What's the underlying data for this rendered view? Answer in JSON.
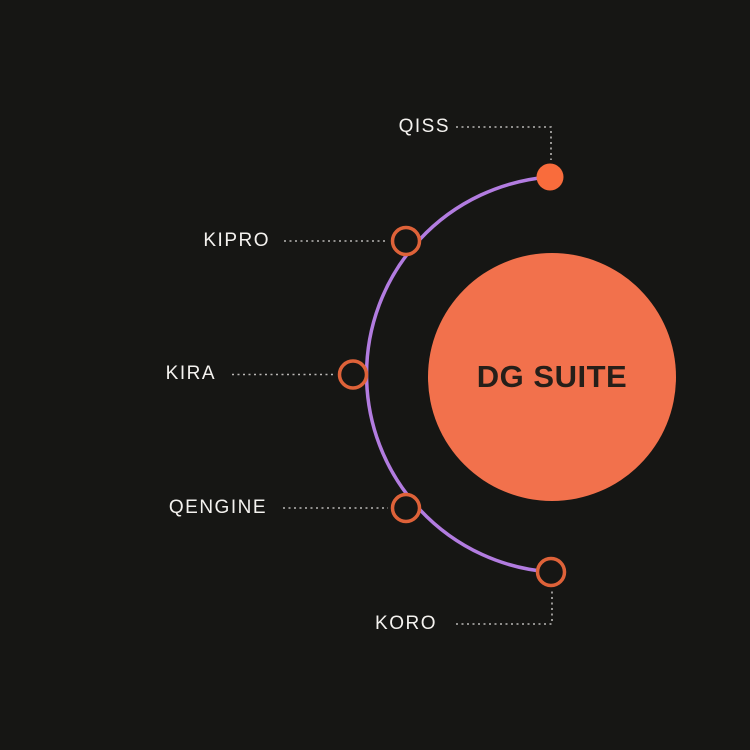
{
  "hub": {
    "title": "DG SUITE"
  },
  "nodes": [
    {
      "label": "QISS",
      "style": "filled-dot"
    },
    {
      "label": "KIPRO",
      "style": "outlined-ring"
    },
    {
      "label": "KIRA",
      "style": "outlined-ring"
    },
    {
      "label": "QENGINE",
      "style": "outlined-ring"
    },
    {
      "label": "KORO",
      "style": "outlined-ring"
    }
  ],
  "colors": {
    "background": "#161614",
    "hub_fill": "#F2714C",
    "arc_purple": "#B27CE0",
    "node_orange": "#DE6239",
    "filled_dot_orange": "#F96C3C",
    "label_text": "#F4F2EF",
    "hub_text": "#261F19",
    "dotted_leader": "#CBC9C6"
  }
}
